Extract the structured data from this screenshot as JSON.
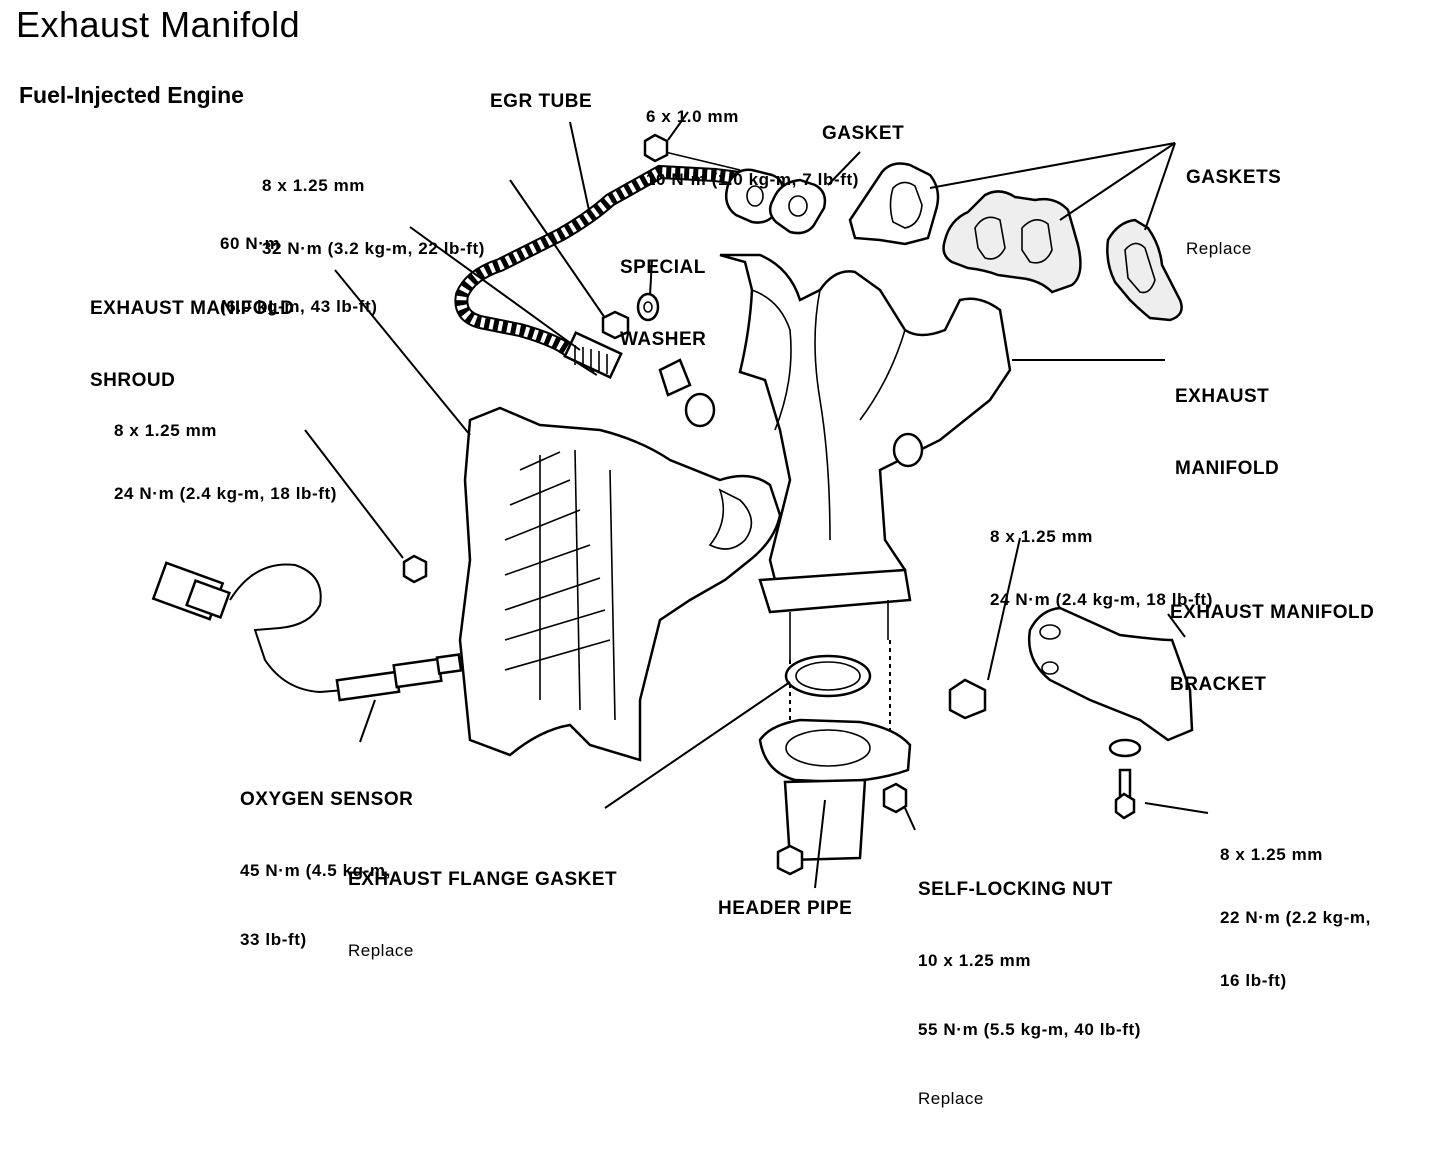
{
  "title": "Exhaust Manifold",
  "subtitle": "Fuel-Injected Engine",
  "labels": {
    "egr_tube": "EGR TUBE",
    "bolt_6x1": [
      "6 x 1.0 mm",
      "10 N·m (1.0 kg-m, 7 lb-ft)"
    ],
    "gasket": "GASKET",
    "gaskets": "GASKETS",
    "gaskets_note": "Replace",
    "bolt_8x125_egr": [
      "8 x 1.25 mm",
      "32 N·m (3.2 kg-m, 22 lb-ft)"
    ],
    "torque_60": [
      "60 N·m",
      "(6.0 kg-m, 43 lb-ft)"
    ],
    "special_washer": [
      "SPECIAL",
      "WASHER"
    ],
    "shroud": [
      "EXHAUST MANIFOLD",
      "SHROUD"
    ],
    "exhaust_manifold": [
      "EXHAUST",
      "MANIFOLD"
    ],
    "bolt_8x125_shroud": [
      "8 x 1.25 mm",
      "24 N·m (2.4 kg-m, 18 lb-ft)"
    ],
    "bolt_8x125_bracket": [
      "8 x 1.25 mm",
      "24 N·m (2.4 kg-m, 18 lb-ft)"
    ],
    "bracket": [
      "EXHAUST MANIFOLD",
      "BRACKET"
    ],
    "oxygen_sensor": [
      "OXYGEN SENSOR",
      "45 N·m (4.5 kg-m,",
      "33 lb-ft)"
    ],
    "flange_gasket": "EXHAUST FLANGE GASKET",
    "flange_gasket_note": "Replace",
    "self_locking_nut": [
      "SELF-LOCKING NUT",
      "10 x 1.25 mm",
      "55 N·m (5.5 kg-m, 40 lb-ft)"
    ],
    "self_locking_nut_note": "Replace",
    "bolt_8x125_bottom": [
      "8 x 1.25 mm",
      "22 N·m (2.2 kg-m,",
      "16 lb-ft)"
    ],
    "header_pipe": "HEADER PIPE"
  }
}
